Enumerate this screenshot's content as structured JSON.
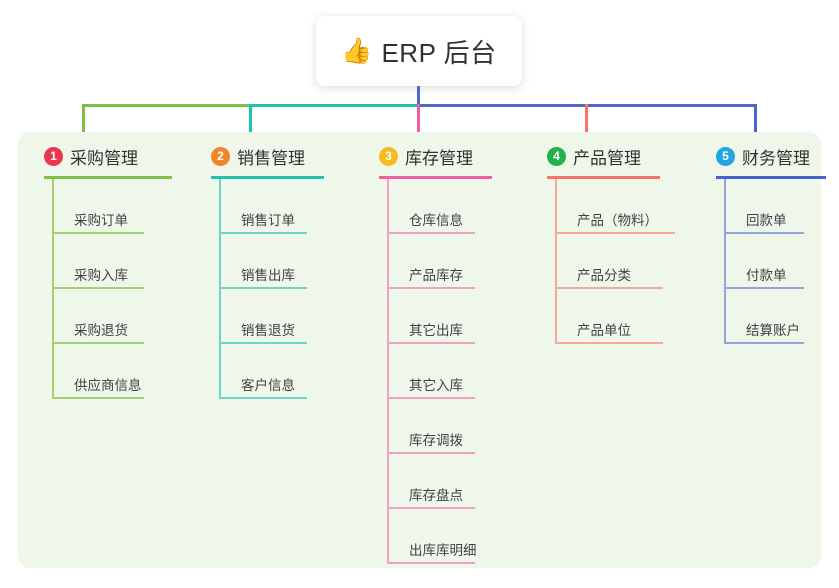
{
  "root": {
    "icon": "thumbs-up-icon",
    "emoji": "👍",
    "title": "ERP 后台"
  },
  "palette": {
    "panel_bg": "#eef7e9",
    "page_bg": "#ffffff",
    "text": "#303133",
    "leaf_text": "#404246",
    "green": "#7cc049",
    "teal": "#1cc3ae",
    "pink": "#ef5fa6",
    "pink_light": "#f0a0c4",
    "red": "#f4766a",
    "red_light": "#f8a79c",
    "blue": "#4a62cf",
    "blue_light": "#92a6dd",
    "badge_red": "#e8384f",
    "badge_orange": "#f0852a",
    "badge_yellow": "#f5bc21",
    "badge_green": "#22b14c",
    "badge_blue": "#21a6e0",
    "green_light": "#a3d176",
    "teal_light": "#6fd3c6",
    "root_line": "#5466c9"
  },
  "columns": [
    {
      "index": "1",
      "title": "采购管理",
      "badge_color": "#e8384f",
      "rule_color": "#7cc049",
      "line_color": "#a3d176",
      "items": [
        {
          "label": "采购订单"
        },
        {
          "label": "采购入库"
        },
        {
          "label": "采购退货"
        },
        {
          "label": "供应商信息"
        }
      ]
    },
    {
      "index": "2",
      "title": "销售管理",
      "badge_color": "#f0852a",
      "rule_color": "#1cc3ae",
      "line_color": "#6fd3c6",
      "items": [
        {
          "label": "销售订单"
        },
        {
          "label": "销售出库"
        },
        {
          "label": "销售退货"
        },
        {
          "label": "客户信息"
        }
      ]
    },
    {
      "index": "3",
      "title": "库存管理",
      "badge_color": "#f5bc21",
      "rule_color": "#ef5fa6",
      "line_color": "#f0a0c4",
      "items": [
        {
          "label": "仓库信息"
        },
        {
          "label": "产品库存"
        },
        {
          "label": "其它出库"
        },
        {
          "label": "其它入库"
        },
        {
          "label": "库存调拨"
        },
        {
          "label": "库存盘点"
        },
        {
          "label": "出库库明细"
        }
      ]
    },
    {
      "index": "4",
      "title": "产品管理",
      "badge_color": "#22b14c",
      "rule_color": "#f4766a",
      "line_color": "#f8a79c",
      "items": [
        {
          "label": "产品（物料）"
        },
        {
          "label": "产品分类"
        },
        {
          "label": "产品单位"
        }
      ]
    },
    {
      "index": "5",
      "title": "财务管理",
      "badge_color": "#21a6e0",
      "rule_color": "#4a62cf",
      "line_color": "#92a6dd",
      "items": [
        {
          "label": "回款单"
        },
        {
          "label": "付款单"
        },
        {
          "label": "结算账户"
        }
      ]
    }
  ]
}
